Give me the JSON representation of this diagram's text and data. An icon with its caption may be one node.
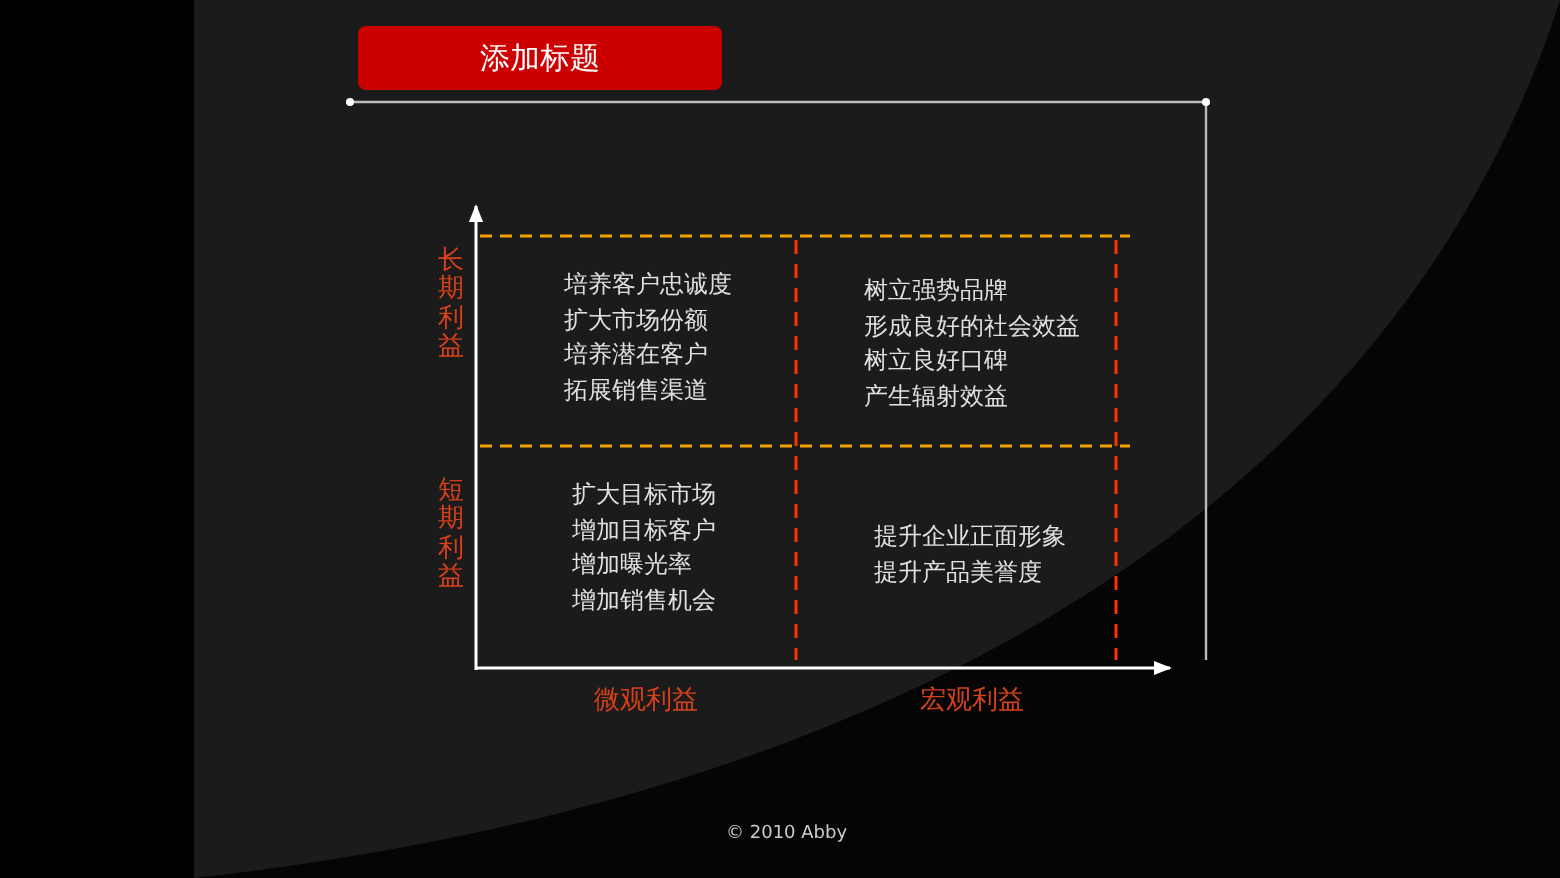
{
  "diagram": {
    "nodes": [
      {
        "text": [
          "添加标题"
        ]
      },
      {
        "text": [
          "培养客户忠诚度",
          "扩大市场份额",
          "培养潜在客户",
          "拓展销售渠道"
        ]
      },
      {
        "text": [
          "树立强势品牌",
          "形成良好的社会效益",
          "树立良好口碑",
          "产生辐射效益"
        ]
      },
      {
        "text": [
          "扩大目标市场",
          "增加目标客户",
          "增加曝光率",
          "增加销售机会"
        ]
      },
      {
        "text": [
          "提升企业正面形象",
          "提升产品美誉度"
        ]
      }
    ],
    "labels": [
      "长期利益",
      "短期利益",
      "微观利益",
      "宏观利益",
      "© 2010 Abby"
    ]
  }
}
